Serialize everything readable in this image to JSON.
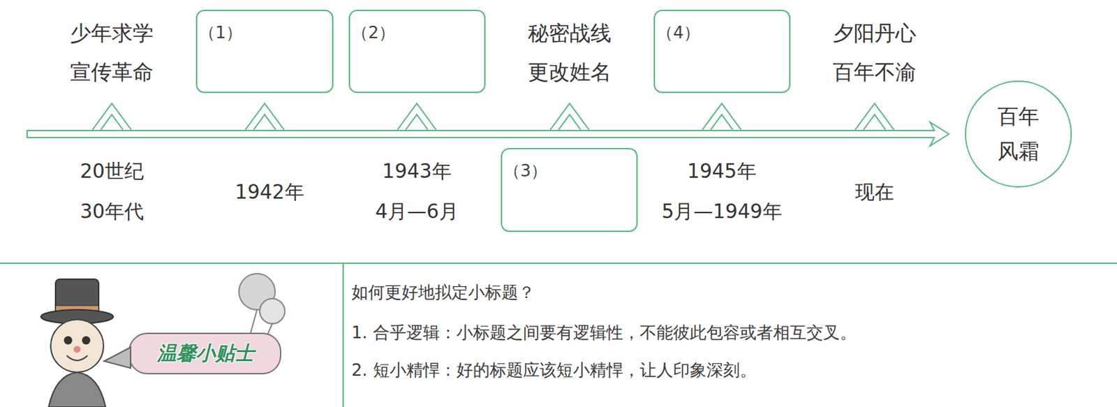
{
  "diagram": {
    "nodes": [
      {
        "text": [
          "（1）"
        ]
      },
      {
        "text": [
          "（2）"
        ]
      },
      {
        "text": [
          "（3）"
        ]
      },
      {
        "text": [
          "（4）"
        ]
      },
      {
        "text": [
          "百年 风霜"
        ]
      }
    ],
    "labels": [
      "少年求学 宣传革命",
      "秘密战线 更改姓名",
      "夕阳丹心 百年不渝",
      "20世纪 30年代",
      "1942年",
      "1943年 4月—6月",
      "1945年 5月—1949年",
      "现在",
      "温馨小贴士",
      "如何更好地拟定小标题？",
      "1. 合乎逻辑：小标题之间要有逻辑性，不能彼此包容或者相互交叉。",
      "2. 短小精悍：好的标题应该短小精悍，让人印象深刻。"
    ]
  }
}
